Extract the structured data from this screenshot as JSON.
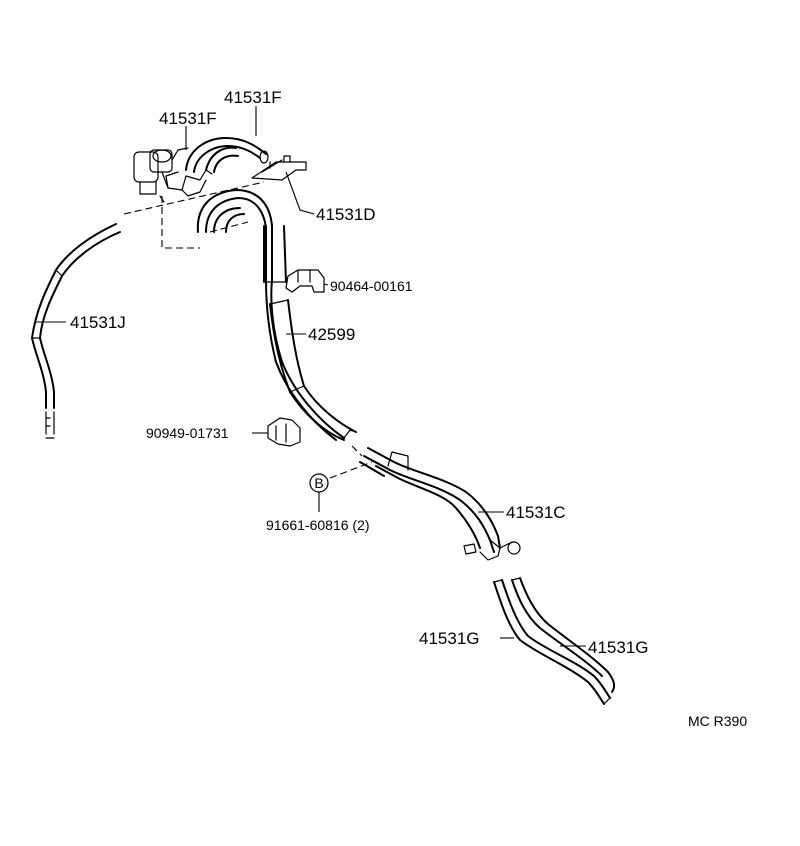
{
  "parts": {
    "hose_f_upper": "41531F",
    "hose_f_lower": "41531F",
    "hose_d": "41531D",
    "clip_upper": "90464-00161",
    "hose_j": "41531J",
    "hose_42599": "42599",
    "clip_lower": "90949-01731",
    "bolt": "91661-60816 (2)",
    "bolt_marker": "B",
    "tube_c": "41531C",
    "tube_g_left": "41531G",
    "tube_g_right": "41531G"
  },
  "figure_code": "MC R390"
}
